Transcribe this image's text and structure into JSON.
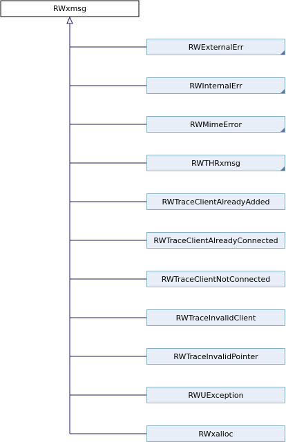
{
  "diagram": {
    "base_class": {
      "label": "RWxmsg",
      "fill": "#ffffff",
      "border": "#000000"
    },
    "derived_classes": [
      {
        "label": "RWExternalErr",
        "has_children": true
      },
      {
        "label": "RWInternalErr",
        "has_children": true
      },
      {
        "label": "RWMimeError",
        "has_children": true
      },
      {
        "label": "RWTHRxmsg",
        "has_children": true
      },
      {
        "label": "RWTraceClientAlreadyAdded",
        "has_children": false
      },
      {
        "label": "RWTraceClientAlreadyConnected",
        "has_children": false
      },
      {
        "label": "RWTraceClientNotConnected",
        "has_children": false
      },
      {
        "label": "RWTraceInvalidClient",
        "has_children": false
      },
      {
        "label": "RWTraceInvalidPointer",
        "has_children": false
      },
      {
        "label": "RWUException",
        "has_children": false
      },
      {
        "label": "RWxalloc",
        "has_children": false
      }
    ],
    "colors": {
      "edge": "#191970",
      "node_fill": "#e8eef7",
      "node_border": "#84b0c7",
      "fold_corner": "#5a78a8"
    }
  }
}
